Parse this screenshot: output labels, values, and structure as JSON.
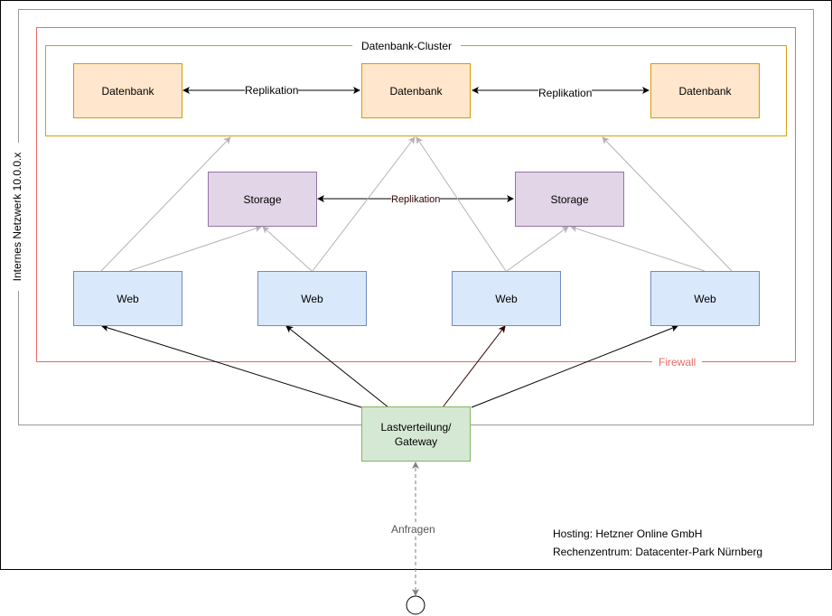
{
  "outer_frame": {
    "border_color": "#000000"
  },
  "network": {
    "label": "Internes Netzwerk 10.0.0.x",
    "border_color": "#999999"
  },
  "firewall": {
    "label": "Firewall",
    "color": "#ea6b66"
  },
  "cluster": {
    "label": "Datenbank-Cluster",
    "border_color": "#d6a000"
  },
  "databases": [
    {
      "label": "Datenbank"
    },
    {
      "label": "Datenbank"
    },
    {
      "label": "Datenbank"
    }
  ],
  "db_links": [
    {
      "label": "Replikation"
    },
    {
      "label": "Replikation"
    }
  ],
  "storages": [
    {
      "label": "Storage"
    },
    {
      "label": "Storage"
    }
  ],
  "storage_link": {
    "label": "Replikation",
    "color": "#330000"
  },
  "webs": [
    {
      "label": "Web"
    },
    {
      "label": "Web"
    },
    {
      "label": "Web"
    },
    {
      "label": "Web"
    }
  ],
  "gateway": {
    "label_line1": "Lastverteilung/",
    "label_line2": "Gateway"
  },
  "requests": {
    "label": "Anfragen"
  },
  "hosting": {
    "line1": "Hosting: Hetzner Online GmbH",
    "line2": "Rechenzentrum: Datacenter-Park Nürnberg"
  },
  "colors": {
    "db_fill": "#ffe6cc",
    "db_stroke": "#d79b00",
    "storage_fill": "#e1d5e7",
    "storage_stroke": "#9673a6",
    "web_fill": "#dae8fc",
    "web_stroke": "#6c8ebf",
    "gateway_fill": "#d5e8d4",
    "gateway_stroke": "#82b366",
    "connector_gray": "#b3b3b3"
  }
}
